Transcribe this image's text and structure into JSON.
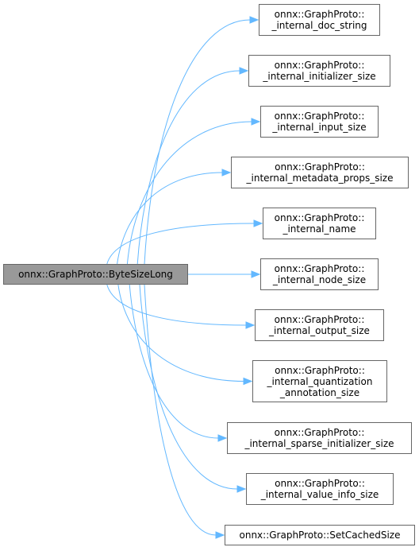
{
  "colors": {
    "edge": "#63b8ff",
    "root_fill": "#999999",
    "node_border": "#666666",
    "node_fill": "#ffffff"
  },
  "root": {
    "label": "onnx::GraphProto::ByteSizeLong"
  },
  "callees": [
    {
      "lines": [
        "onnx::GraphProto::",
        "_internal_doc_string"
      ]
    },
    {
      "lines": [
        "onnx::GraphProto::",
        "_internal_initializer_size"
      ]
    },
    {
      "lines": [
        "onnx::GraphProto::",
        "_internal_input_size"
      ]
    },
    {
      "lines": [
        "onnx::GraphProto::",
        "_internal_metadata_props_size"
      ]
    },
    {
      "lines": [
        "onnx::GraphProto::",
        "_internal_name"
      ]
    },
    {
      "lines": [
        "onnx::GraphProto::",
        "_internal_node_size"
      ]
    },
    {
      "lines": [
        "onnx::GraphProto::",
        "_internal_output_size"
      ]
    },
    {
      "lines": [
        "onnx::GraphProto::",
        "_internal_quantization",
        "_annotation_size"
      ]
    },
    {
      "lines": [
        "onnx::GraphProto::",
        "_internal_sparse_initializer_size"
      ]
    },
    {
      "lines": [
        "onnx::GraphProto::",
        "_internal_value_info_size"
      ]
    },
    {
      "lines": [
        "onnx::GraphProto::SetCachedSize"
      ]
    }
  ]
}
